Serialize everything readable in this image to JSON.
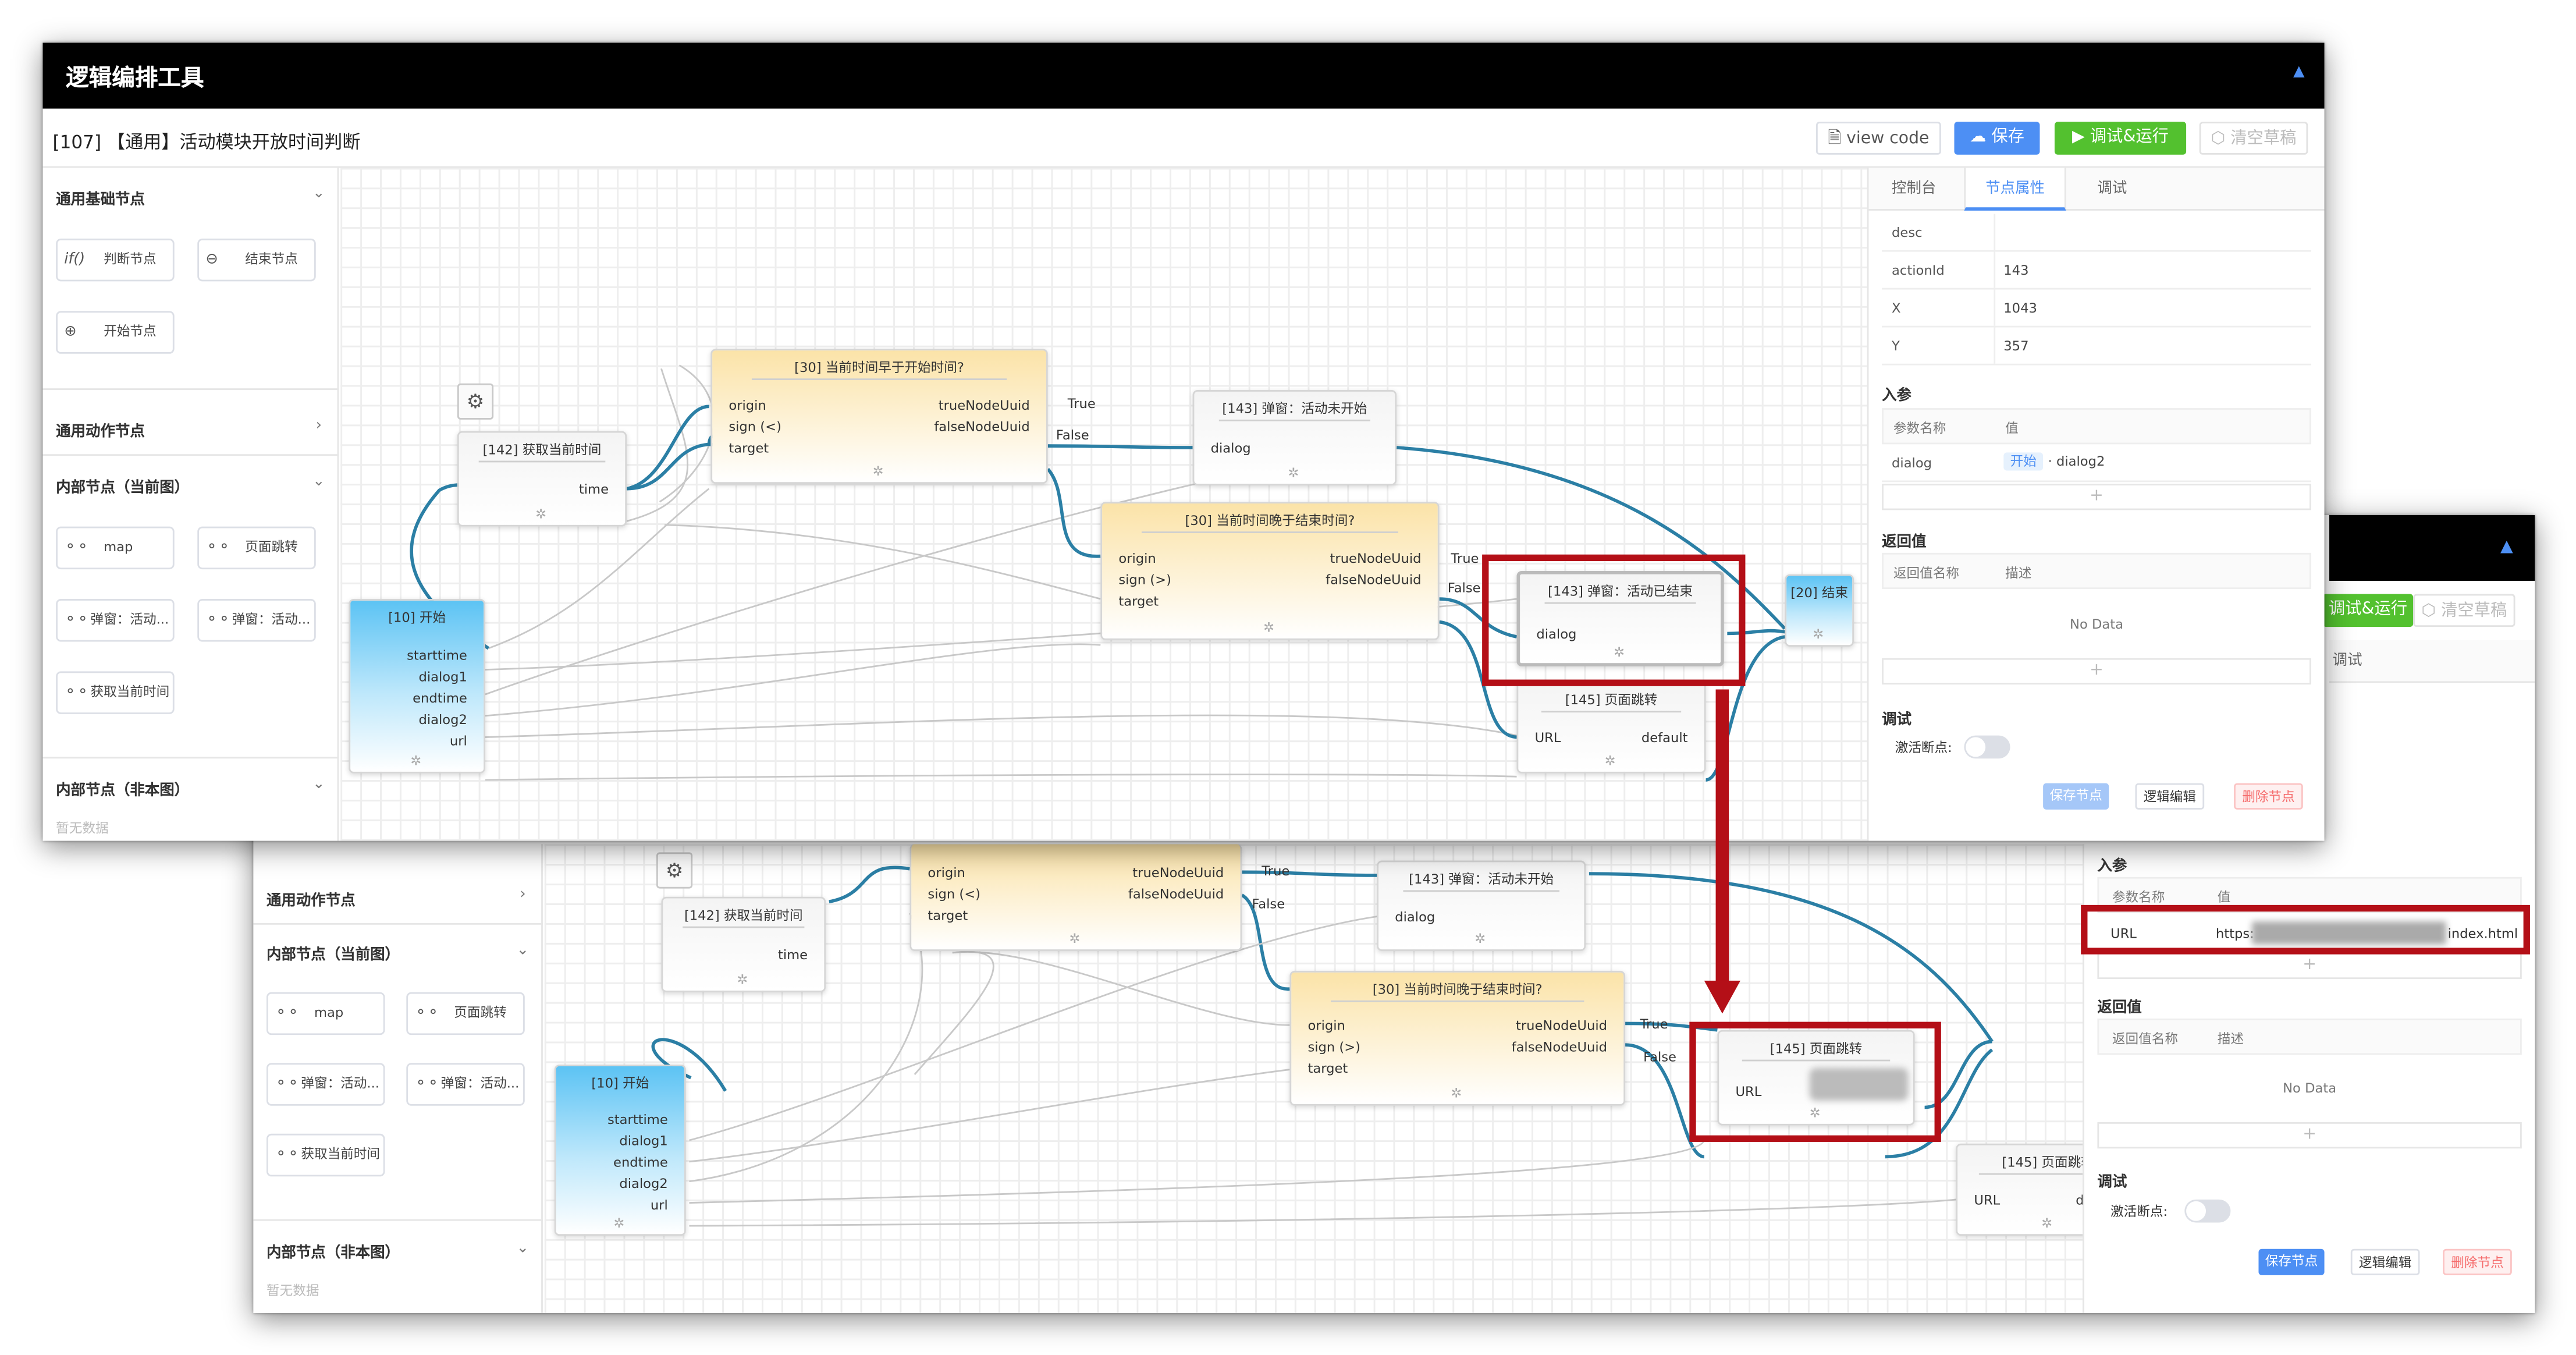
{
  "app": {
    "title": "逻辑编排工具",
    "page_title": "[107] 【通用】活动模块开放时间判断"
  },
  "toolbar": {
    "view_code": "view code",
    "save": "保存",
    "run": "调试&运行",
    "clear": "清空草稿"
  },
  "sidebar": {
    "basic": "通用基础节点",
    "action": "通用动作节点",
    "internal": "内部节点（当前图）",
    "external": "内部节点（非本图）",
    "empty": "暂无数据",
    "basic_items": [
      "判断节点",
      "结束节点",
      "开始节点"
    ],
    "internal_items": [
      "map",
      "页面跳转",
      "弹窗：活动...",
      "弹窗：活动...",
      "获取当前时间"
    ]
  },
  "tabs": [
    "控制台",
    "节点属性",
    "调试"
  ],
  "props": [
    {
      "k": "desc",
      "v": ""
    },
    {
      "k": "actionId",
      "v": "143"
    },
    {
      "k": "X",
      "v": "1043"
    },
    {
      "k": "Y",
      "v": "357"
    }
  ],
  "panel": {
    "inputs": "入参",
    "param_name": "参数名称",
    "value": "值",
    "dialog_key": "dialog",
    "dialog_tag": "开始",
    "dialog_val": "· dialog2",
    "returns": "返回值",
    "ret_name": "返回值名称",
    "ret_desc": "描述",
    "no_data": "No Data",
    "debug": "调试",
    "breakpoint": "激活断点:",
    "save_node": "保存节点",
    "logic_edit": "逻辑编辑",
    "delete_node": "删除节点",
    "url_key": "URL",
    "url_start": "https:",
    "url_end": "index.html"
  },
  "nodes": {
    "get_time": "[142] 获取当前时间",
    "cond1": "[30] 当前时间早于开始时间?",
    "dlg_start": "[143] 弹窗：活动未开始",
    "cond2": "[30] 当前时间晚于结束时间?",
    "dlg_end": "[143] 弹窗：活动已结束",
    "jump": "[145] 页面跳转",
    "start": "[10] 开始",
    "end": "[20] 结束"
  },
  "ports": {
    "origin": "origin",
    "sign_lt": "sign (<)",
    "sign_gt": "sign (>)",
    "target": "target",
    "true_uuid": "trueNodeUuid",
    "false_uuid": "falseNodeUuid",
    "time": "time",
    "dialog": "dialog",
    "url": "URL",
    "default": "default",
    "starttime": "starttime",
    "dialog1": "dialog1",
    "endtime": "endtime",
    "dialog2": "dialog2",
    "url_lc": "url"
  },
  "edges": {
    "true": "True",
    "false": "False"
  }
}
